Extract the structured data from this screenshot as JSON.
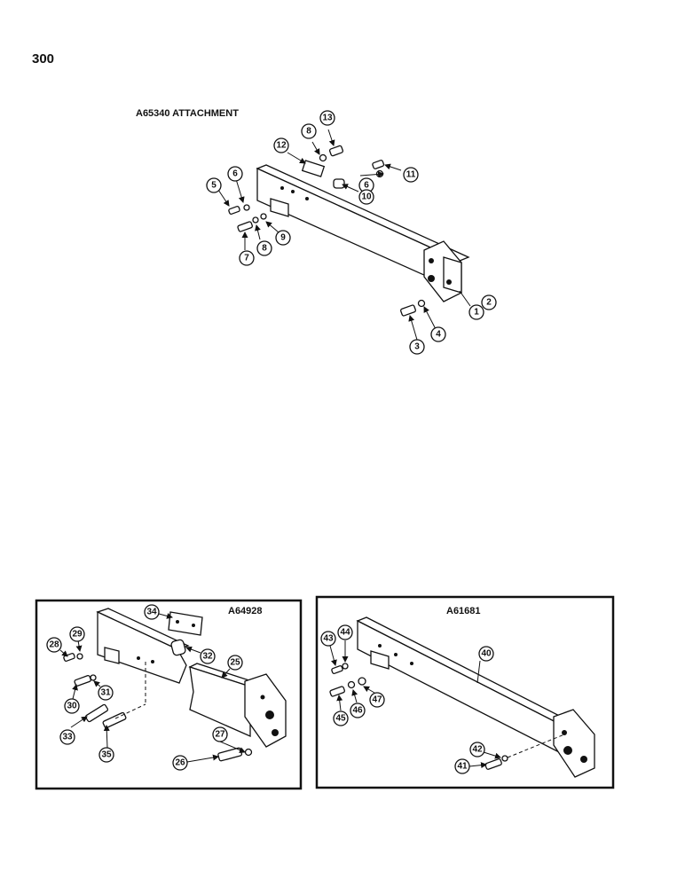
{
  "page_number": "300",
  "sections": [
    {
      "title": "A65340 ATTACHMENT",
      "callouts": [
        "1",
        "2",
        "3",
        "4",
        "5",
        "6",
        "6",
        "7",
        "8",
        "8",
        "9",
        "10",
        "11",
        "12",
        "13"
      ]
    },
    {
      "title": "A64928",
      "callouts": [
        "25",
        "26",
        "27",
        "28",
        "29",
        "30",
        "31",
        "32",
        "33",
        "34",
        "35"
      ]
    },
    {
      "title": "A61681",
      "callouts": [
        "40",
        "41",
        "42",
        "43",
        "44",
        "45",
        "46",
        "47"
      ]
    }
  ]
}
